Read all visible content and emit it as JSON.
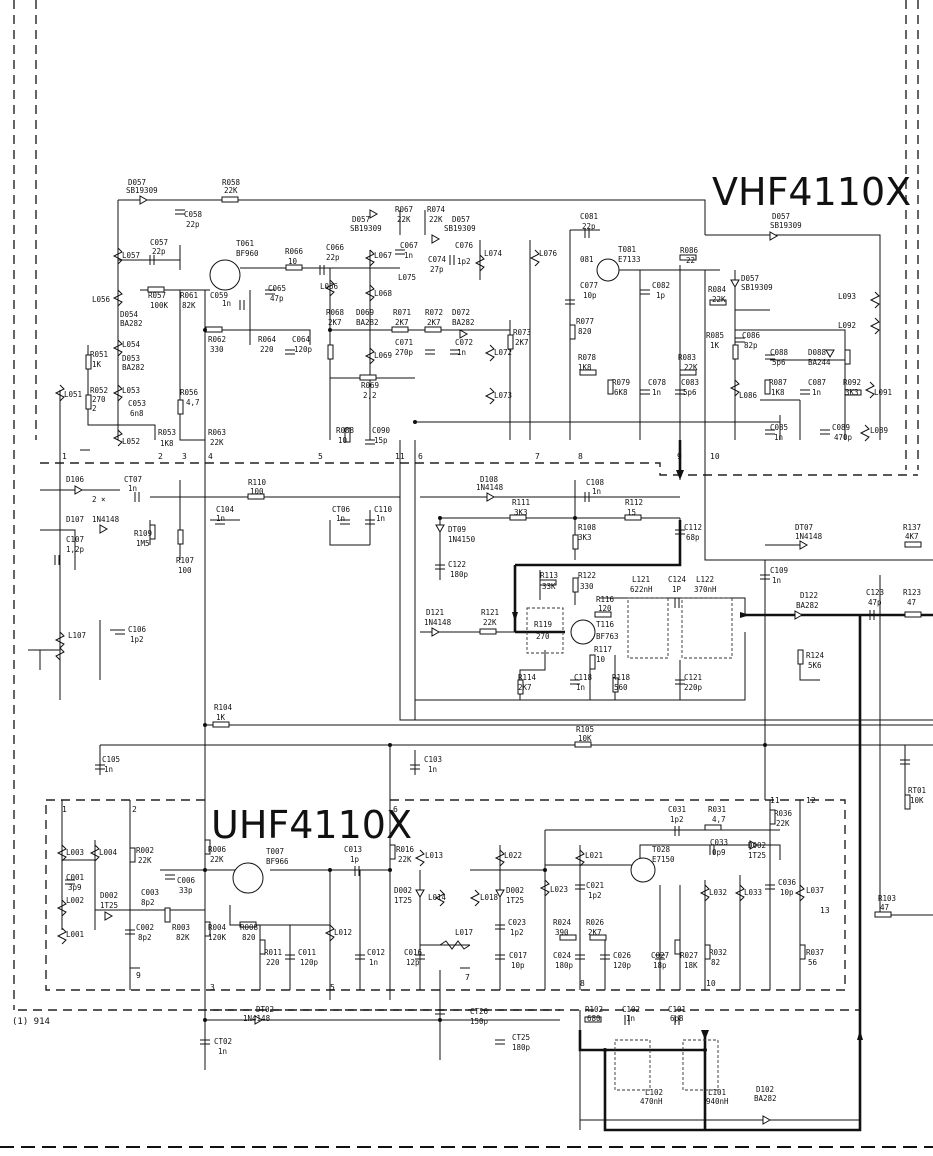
{
  "blocks": {
    "vhf_title": "VHF4110X",
    "uhf_title": "UHF4110X",
    "doc_ref": "(1) 914"
  },
  "annotations": {
    "two_x": "2 ×"
  },
  "vhf": {
    "d057a": "D057",
    "d057a_val": "SB19309",
    "r058": "R058",
    "r058_val": "22K",
    "c058": "C058",
    "c058_val": "22p",
    "c057": "C057",
    "c057_val": "22p",
    "l057": "L057",
    "l056": "L056",
    "r057": "R057",
    "r057_val": "100K",
    "d054": "D054",
    "d054_val": "BA282",
    "r051": "R051",
    "r051_val": "1K",
    "l054": "L054",
    "d053": "D053",
    "d053_val": "BA282",
    "l051": "L051",
    "r052": "R052",
    "r052_val": "270",
    "r052_val2": "2",
    "l053": "L053",
    "c053": "C053",
    "c053_val": "6n8",
    "l052": "L052",
    "r053": "R053",
    "r053_val": "1K8",
    "t061": "T061",
    "t061_val": "BF960",
    "r066": "R066",
    "r066_val": "10",
    "r061": "R061",
    "r061_val": "82K",
    "c059": "C059",
    "c059_val": "1n",
    "c065": "C065",
    "c065_val": "47p",
    "r062": "R062",
    "r062_val": "330",
    "r064": "R064",
    "r064_val": "220",
    "c064": "C064",
    "c064_val": "120p",
    "r056": "R056",
    "r056_val": "4,7",
    "r063": "R063",
    "r063_val": "22K",
    "c066": "C066",
    "c066_val": "22p",
    "l066": "L066",
    "d057b": "D057",
    "d057b_val": "SB19309",
    "r067": "R067",
    "r067_val": "22K",
    "r074": "R074",
    "r074_val": "22K",
    "d057c": "D057",
    "d057c_val": "SB19309",
    "c067": "C067",
    "c067_val": "1n",
    "l067": "L067",
    "c076": "C076",
    "c076_val": "1p2",
    "c074": "C074",
    "c074_val": "27p",
    "l074": "L074",
    "l075": "L075",
    "l076": "L076",
    "l068": "L068",
    "r068": "R068",
    "r068_val": "2K7",
    "d069": "D069",
    "d069_val": "BA282",
    "r071": "R071",
    "r071_val": "2K7",
    "r072": "R072",
    "r072_val": "2K7",
    "d072": "D072",
    "d072_val": "BA282",
    "r073": "R073",
    "r073_val": "2K7",
    "l069": "L069",
    "c071": "C071",
    "c071_val": "270p",
    "c072": "C072",
    "c072_val": "1n",
    "l072": "L072",
    "r069": "R069",
    "r069_val": "2,2",
    "l073": "L073",
    "r088": "R088",
    "r088_val": "10",
    "c090": "C090",
    "c090_val": "15p",
    "c081": "C081",
    "c081_val": "22p",
    "t081": "T081",
    "t081_val": "E7133",
    "r086": "R086",
    "r086_val": "22",
    "d057d": "D057",
    "d057d_val": "SB19309",
    "d057e": "D057",
    "d057e_val": "SB19309",
    "c077": "C077",
    "c077_val": "10p",
    "c082": "C082",
    "c082_val": "1p",
    "r084": "R084",
    "r084_val": "22K",
    "l093": "L093",
    "l092": "L092",
    "r077": "R077",
    "r077_val": "820",
    "r085": "R085",
    "r085_val": "1K",
    "c086": "C086",
    "c086_val": "82p",
    "c088": "C088",
    "c088_val": "5p6",
    "d088": "D088",
    "d088_val": "BA244",
    "r078": "R078",
    "r078_val": "1K8",
    "r083": "R083",
    "r083_val": "22K",
    "r079": "R079",
    "r079_val": "6K8",
    "c078": "C078",
    "c078_val": "1n",
    "c083": "C083",
    "c083_val": "5p6",
    "l086": "L086",
    "r087": "R087",
    "r087_val": "1K8",
    "c087": "C087",
    "c087_val": "1n",
    "r092": "R092",
    "r092_val": "3K3",
    "l091": "L091",
    "c085": "C085",
    "c085_val": "1n",
    "c089": "C089",
    "c089_val": "470p",
    "l089": "L089",
    "n081": "081"
  },
  "mid": {
    "d106": "D106",
    "ct07": "CT07",
    "ct07_val": "1n",
    "r110": "R110",
    "r110_val": "100",
    "d108": "D108",
    "d108_val": "1N4148",
    "c108": "C108",
    "c108_val": "1n",
    "r111": "R111",
    "r111_val": "3K3",
    "r112": "R112",
    "r112_val": "15",
    "d107": "D107",
    "d107_val": "1N4148",
    "c107": "C107",
    "c107_val": "1,2p",
    "c104": "C104",
    "c104_val": "1n",
    "ct06": "CT06",
    "ct06_val": "1n",
    "c110": "C110",
    "c110_val": "1n",
    "r109": "R109",
    "r109_val": "1M5",
    "r107": "R107",
    "r107_val": "100",
    "dt09": "DT09",
    "dt09_val": "1N4150",
    "c122": "C122",
    "c122_val": "180p",
    "r108": "R108",
    "r108_val": "3K3",
    "c112": "C112",
    "c112_val": "68p",
    "dt07": "DT07",
    "dt07_val": "1N4148",
    "r137": "R137",
    "r137_val": "4K7",
    "r113": "R113",
    "r113_val": "33K",
    "r122": "R122",
    "r122_val": "330",
    "l121": "L121",
    "l121_val": "622nH",
    "c124": "C124",
    "c124_val": "1P",
    "l122": "L122",
    "l122_val": "370nH",
    "c109": "C109",
    "c109_val": "1n",
    "d122": "D122",
    "d122_val": "BA282",
    "c123": "C123",
    "c123_val": "47p",
    "r123": "R123",
    "r123_val": "47",
    "d121": "D121",
    "d121_val": "1N4148",
    "r121": "R121",
    "r121_val": "22K",
    "r116": "R116",
    "r116_val": "120",
    "r119": "R119",
    "r119_val": "270",
    "t116": "T116",
    "t116_val": "BF763",
    "r117": "R117",
    "r117_val": "10",
    "r124": "R124",
    "r124_val": "5K6",
    "l107": "L107",
    "c106": "C106",
    "c106_val": "1p2",
    "r114": "R114",
    "r114_val": "2K7",
    "c118": "C118",
    "c118_val": "1n",
    "r118": "R118",
    "r118_val": "560",
    "c121": "C121",
    "c121_val": "220p",
    "r104": "R104",
    "r104_val": "1K",
    "r105": "R105",
    "r105_val": "10K",
    "c105": "C105",
    "c105_val": "1n",
    "c103": "C103",
    "c103_val": "1n",
    "rt01": "RT01",
    "rt01_val": "10K",
    "r103": "R103",
    "r103_val": "47"
  },
  "uhf": {
    "l003": "L003",
    "l004": "L004",
    "r002": "R002",
    "r002_val": "22K",
    "c001": "C001",
    "c001_val": "3p9",
    "l002": "L002",
    "d002a": "D002",
    "d002a_val": "1T25",
    "c003": "C003",
    "c003_val": "8p2",
    "c006": "C006",
    "c006_val": "33p",
    "c002": "C002",
    "c002_val": "8p2",
    "r003": "R003",
    "r003_val": "82K",
    "l001": "L001",
    "r006": "R006",
    "r006_val": "22K",
    "t007": "T007",
    "t007_val": "BF966",
    "c013": "C013",
    "c013_val": "1p",
    "r016": "R016",
    "r016_val": "22K",
    "l013": "L013",
    "l022": "L022",
    "c031": "C031",
    "c031_val": "1p2",
    "r031": "R031",
    "r031_val": "4,7",
    "r036": "R036",
    "r036_val": "22K",
    "l021": "L021",
    "t028": "T028",
    "t028_val": "E7150",
    "c033": "C033",
    "c033_val": "0p9",
    "d002b": "D002",
    "d002b_val": "1T25",
    "d002c": "D002",
    "d002c_val": "1T25",
    "l014": "L014",
    "l018": "L018",
    "d002d": "D002",
    "d002d_val": "1T25",
    "l023": "L023",
    "c021": "C021",
    "c021_val": "1p2",
    "l032": "L032",
    "l033": "L033",
    "c036": "C036",
    "c036_val": "10p",
    "l037": "L037",
    "r004": "R004",
    "r004_val": "120K",
    "r008": "R008",
    "r008_val": "820",
    "l012": "L012",
    "l017": "L017",
    "c023": "C023",
    "c023_val": "1p2",
    "r024": "R024",
    "r024_val": "390",
    "r026": "R026",
    "r026_val": "2K7",
    "r011": "R011",
    "r011_val": "220",
    "c011": "C011",
    "c011_val": "120p",
    "c012": "C012",
    "c012_val": "1n",
    "c016": "C016",
    "c016_val": "12p",
    "c017": "C017",
    "c017_val": "10p",
    "c024": "C024",
    "c024_val": "180p",
    "c026": "C026",
    "c026_val": "120p",
    "c027": "C027",
    "c027_val": "18p",
    "r027": "R027",
    "r027_val": "18K",
    "r032": "R032",
    "r032_val": "82",
    "r037": "R037",
    "r037_val": "56",
    "ct26": "CT26",
    "ct26_val": "150p",
    "dt02": "DT02",
    "dt02_val": "1N4148",
    "ct02": "CT02",
    "ct02_val": "1n",
    "ct25": "CT25",
    "ct25_val": "180p",
    "r102": "R102",
    "r102_val": "680",
    "c102": "C102",
    "c102_val": "1n",
    "c101": "C101",
    "c101_val": "6p8",
    "l102": "L102",
    "l102_val": "470nH",
    "l101": "L101",
    "l101_val": "940nH",
    "d102": "D102",
    "d102_val": "BA282"
  },
  "nodes": [
    "1",
    "2",
    "3",
    "4",
    "5",
    "6",
    "7",
    "8",
    "9",
    "10",
    "11",
    "12",
    "13"
  ]
}
